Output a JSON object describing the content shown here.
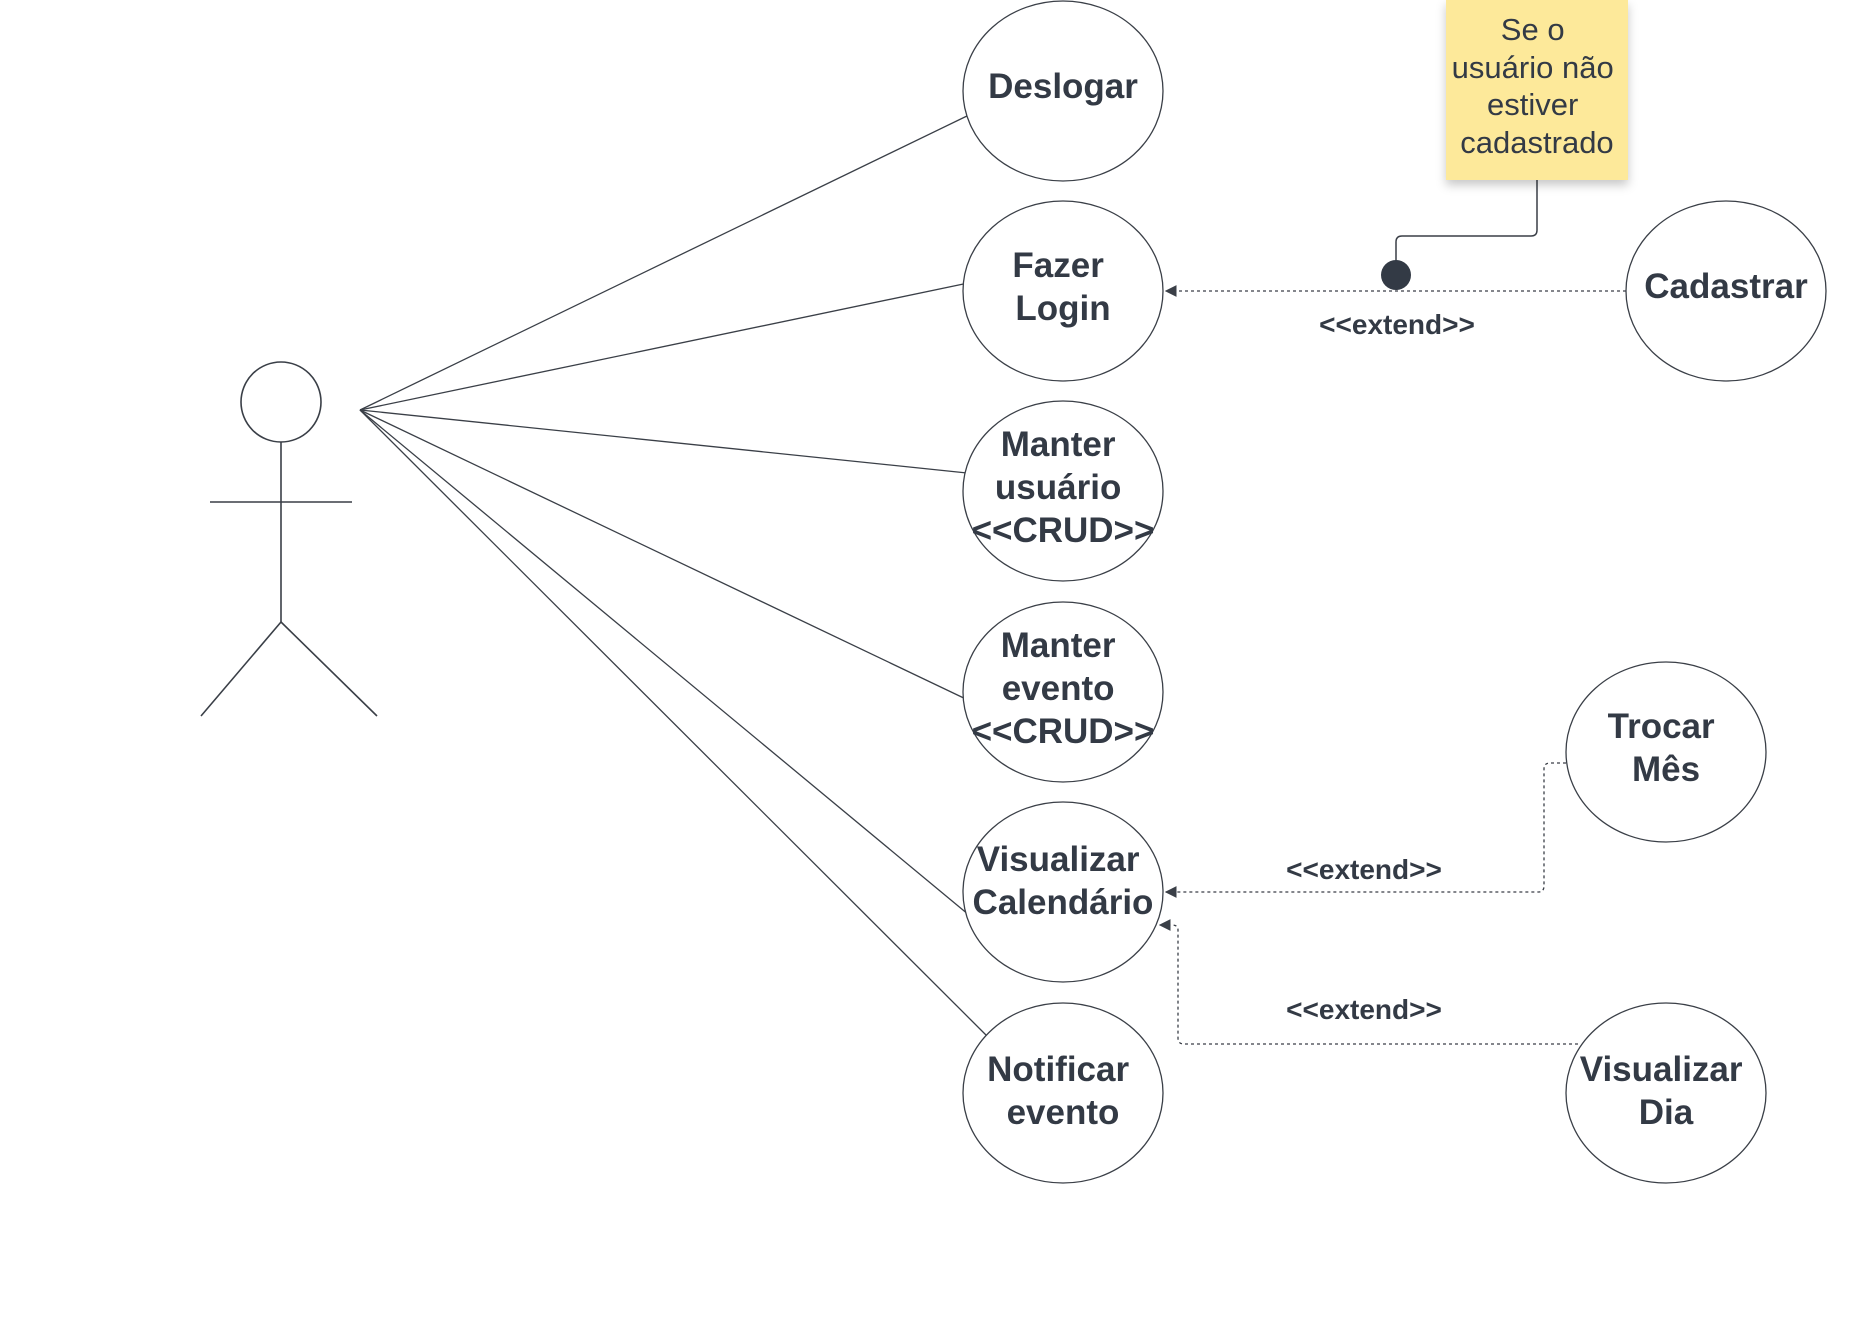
{
  "use_cases": {
    "deslogar": [
      "Deslogar"
    ],
    "fazer_login": [
      "Fazer",
      "Login"
    ],
    "manter_usuario": [
      "Manter",
      "usuário",
      "<<CRUD>>"
    ],
    "manter_evento": [
      "Manter",
      "evento",
      "<<CRUD>>"
    ],
    "visualizar_calendario": [
      "Visualizar",
      "Calendário"
    ],
    "notificar_evento": [
      "Notificar",
      "evento"
    ],
    "cadastrar": [
      "Cadastrar"
    ],
    "trocar_mes": [
      "Trocar",
      "Mês"
    ],
    "visualizar_dia": [
      "Visualizar",
      "Dia"
    ]
  },
  "relations": {
    "extend_cadastrar": "<<extend>>",
    "extend_trocar_mes": "<<extend>>",
    "extend_visualizar_dia": "<<extend>>"
  },
  "note": {
    "lines": [
      "Se o",
      "usuário não",
      "estiver",
      "cadastrado"
    ],
    "color": "#fde99a"
  },
  "colors": {
    "text": "#333a45",
    "stroke": "#3a3f47"
  }
}
